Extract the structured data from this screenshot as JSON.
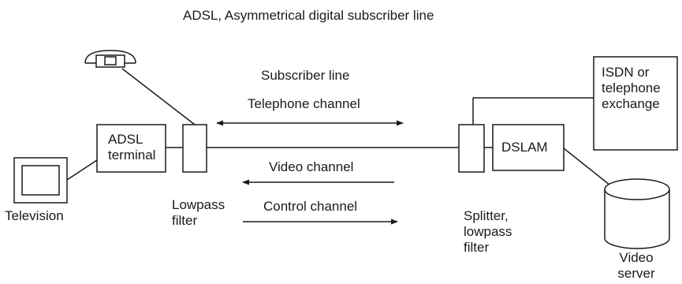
{
  "title": "ADSL, Asymmetrical digital subscriber line",
  "subscriber_line_label": "Subscriber line",
  "channels": {
    "telephone": "Telephone channel",
    "video": "Video channel",
    "control": "Control channel"
  },
  "components": {
    "television": "Television",
    "adsl_terminal": "ADSL\nterminal",
    "lowpass_filter": "Lowpass\nfilter",
    "splitter": "Splitter,\nlowpass\nfilter",
    "dslam": "DSLAM",
    "exchange": "ISDN or\ntelephone\nexchange",
    "video_server": "Video\nserver"
  },
  "colors": {
    "line": "#1a1a1a",
    "background": "#ffffff"
  }
}
